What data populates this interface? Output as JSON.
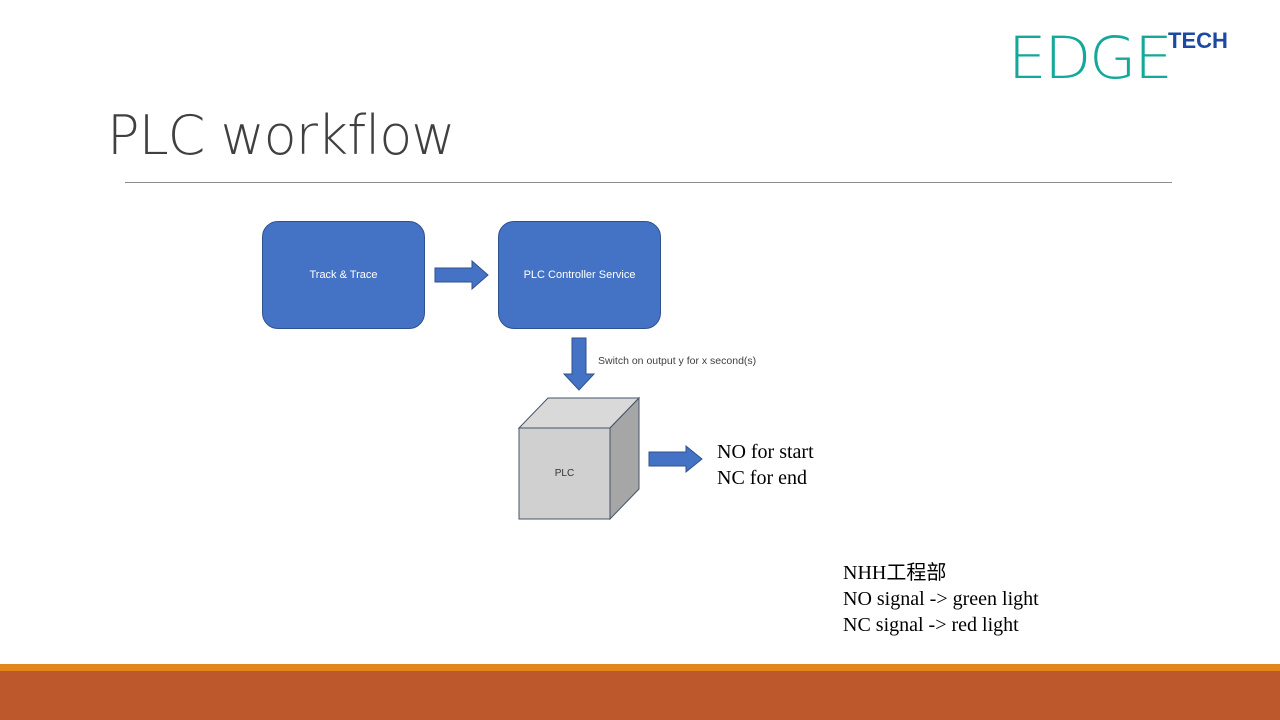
{
  "logo": {
    "main": "EDGE",
    "super": "TECH"
  },
  "title": "PLC workflow",
  "diagram": {
    "box1": "Track & Trace",
    "box2": "PLC Controller Service",
    "arrow_label": "Switch on output y for x second(s)",
    "plc": "PLC",
    "outputs": [
      "NO for start",
      "NC for end"
    ]
  },
  "notes": [
    "NHH工程部",
    "NO signal -> green light",
    "NC signal -> red light"
  ],
  "colors": {
    "box": "#4472c4",
    "accent_bar": "#e2861c",
    "footer": "#bc582c"
  }
}
